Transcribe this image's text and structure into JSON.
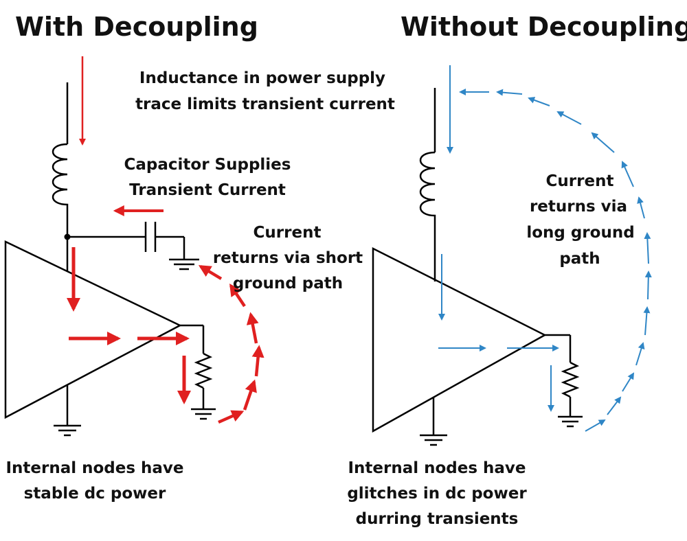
{
  "titles": {
    "left": "With Decoupling",
    "right": "Without Decoupling"
  },
  "labels": {
    "inductance_1": "Inductance in power supply",
    "inductance_2": "trace limits transient current",
    "capacitor_1": "Capacitor Supplies",
    "capacitor_2": "Transient Current",
    "short_return_1": "Current",
    "short_return_2": "returns via short",
    "short_return_3": "ground path",
    "long_return_1": "Current",
    "long_return_2": "returns via",
    "long_return_3": "long ground",
    "long_return_4": "path",
    "stable_1": "Internal nodes have",
    "stable_2": "stable dc power",
    "glitch_1": "Internal nodes have",
    "glitch_2": "glitches in dc power",
    "glitch_3": "durring transients"
  },
  "colors": {
    "decoupled_current": "#e02020",
    "undecoupled_current": "#2f86c6",
    "circuit": "#000000"
  }
}
